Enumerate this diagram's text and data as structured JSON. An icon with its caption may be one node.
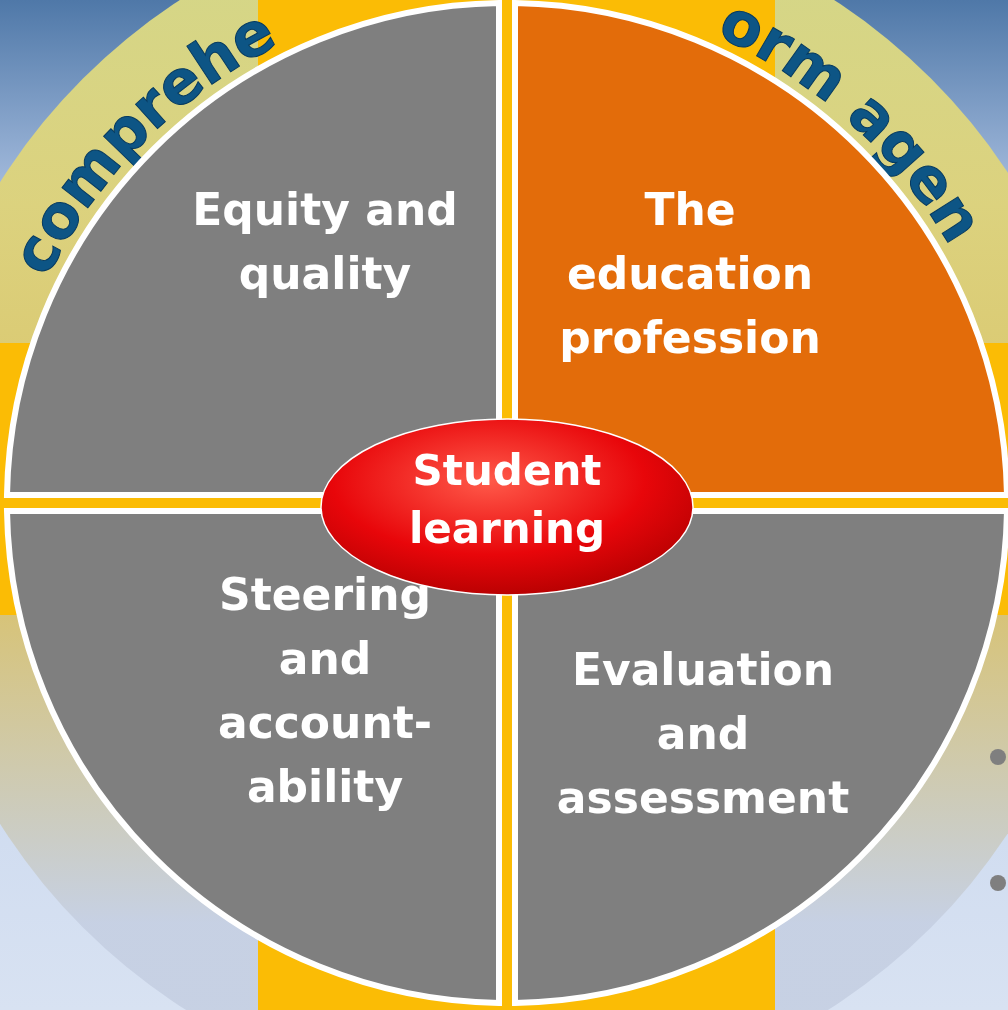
{
  "diagram": {
    "nodes": [
      {
        "text": [
          "Equity and quality"
        ]
      },
      {
        "text": [
          "The education profession"
        ]
      },
      {
        "text": [
          "Steering and account- ability"
        ]
      },
      {
        "text": [
          "Evaluation and assessment"
        ]
      },
      {
        "text": [
          "Student learning"
        ]
      }
    ],
    "edges": [],
    "labels": [
      "comprehe",
      "orm agen"
    ]
  }
}
